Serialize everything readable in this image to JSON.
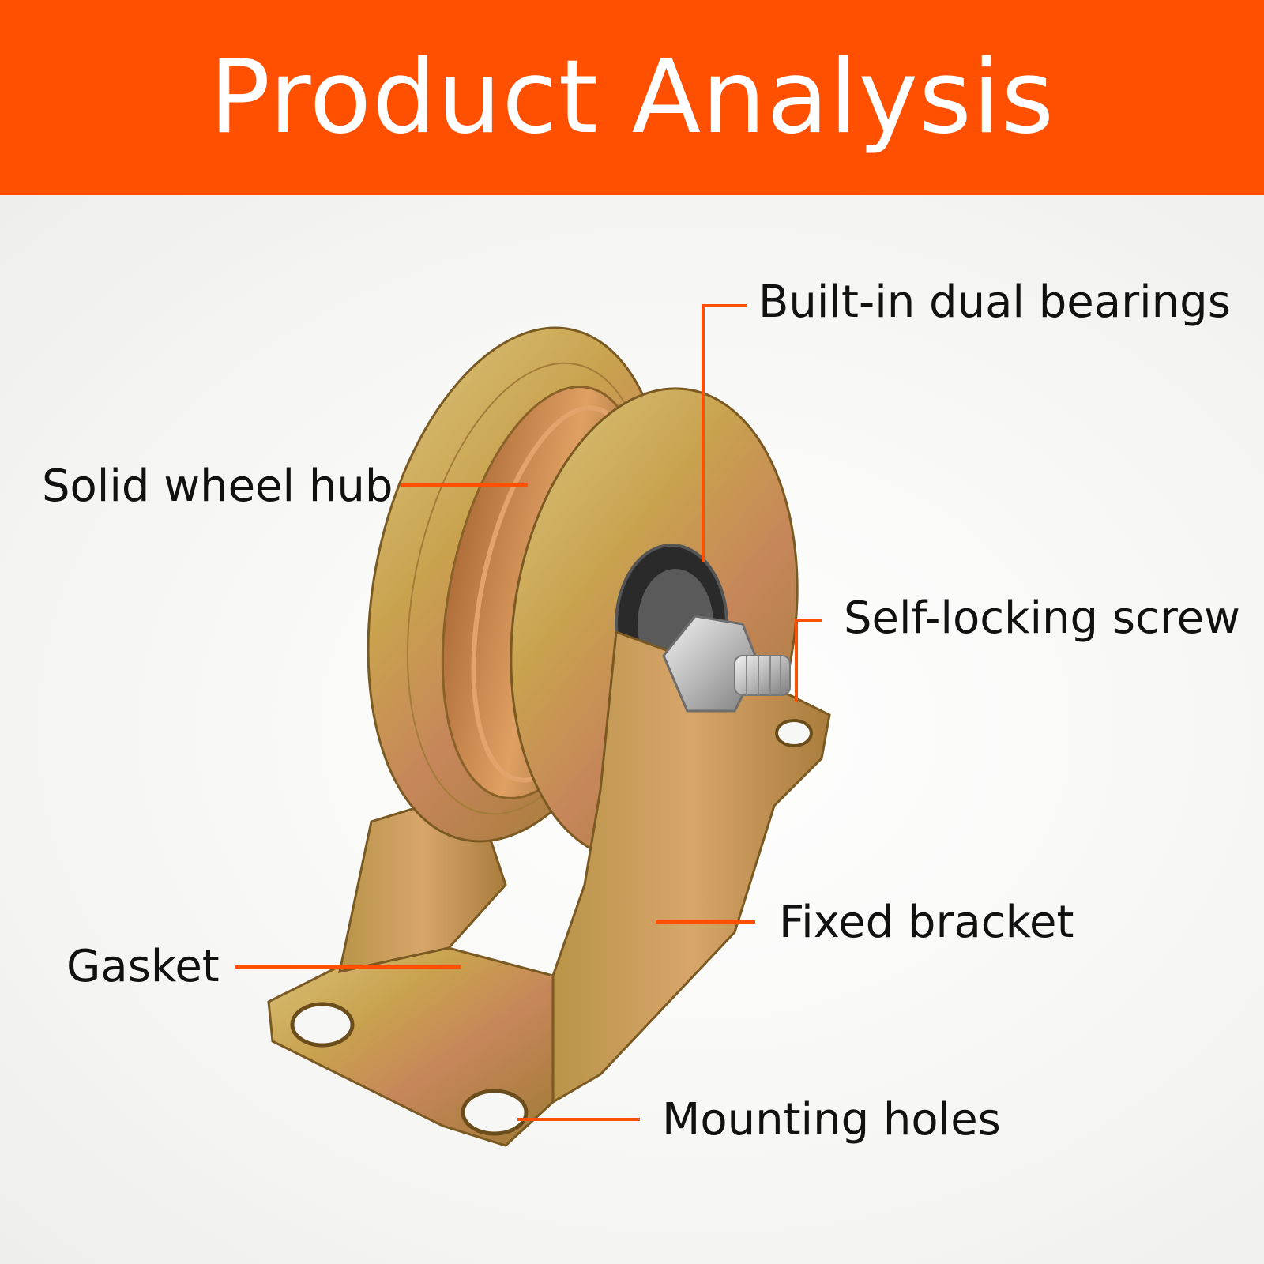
{
  "header": {
    "title": "Product Analysis"
  },
  "colors": {
    "accent": "#fe5000",
    "background": "#f7f7f5",
    "metal": "#b68a3c"
  },
  "callouts": [
    {
      "label": "Built-in dual bearings"
    },
    {
      "label": "Solid wheel hub"
    },
    {
      "label": "Self-locking screw"
    },
    {
      "label": "Fixed bracket"
    },
    {
      "label": "Gasket"
    },
    {
      "label": "Mounting holes"
    }
  ]
}
